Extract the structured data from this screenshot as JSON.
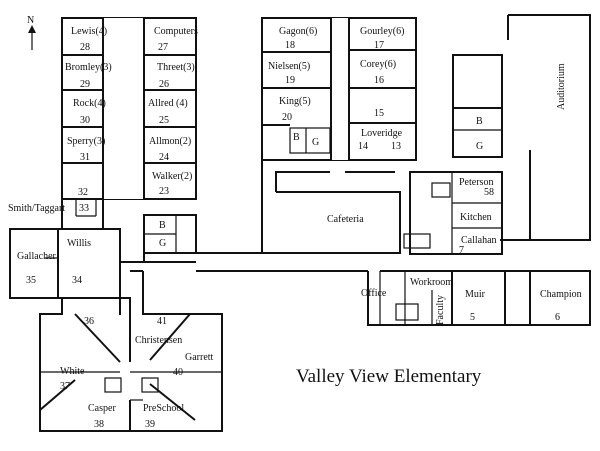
{
  "title": "Valley View Elementary",
  "compass": "N",
  "rooms": {
    "lewis": {
      "name": "Lewis(4)",
      "num": "28"
    },
    "computers": {
      "name": "Computers",
      "num": "27"
    },
    "bromley": {
      "name": "Bromley(3)",
      "num": "29"
    },
    "threet": {
      "name": "Threet(3)",
      "num": "26"
    },
    "rock": {
      "name": "Rock(4)",
      "num": "30"
    },
    "allred": {
      "name": "Allred (4)",
      "num": "25"
    },
    "sperry": {
      "name": "Sperry(3)",
      "num": "31"
    },
    "allmon": {
      "name": "Allmon(2)",
      "num": "24"
    },
    "walker": {
      "name": "Walker(2)",
      "num": "23"
    },
    "r32": {
      "num": "32"
    },
    "smith": {
      "name": "Smith/Taggart",
      "num": "33"
    },
    "willis": {
      "name": "Willis",
      "num": "34"
    },
    "gallacher": {
      "name": "Gallacher",
      "num": "35"
    },
    "r36": {
      "num": "36"
    },
    "white": {
      "name": "White",
      "num": "37"
    },
    "casper": {
      "name": "Casper",
      "num": "38"
    },
    "preschool": {
      "name": "PreSchool",
      "num": "39"
    },
    "garrett": {
      "name": "Garrett",
      "num": "40"
    },
    "christensen": {
      "name": "Christensen",
      "num": "41"
    },
    "gagon": {
      "name": "Gagon(6)",
      "num": "18"
    },
    "gourley": {
      "name": "Gourley(6)",
      "num": "17"
    },
    "nielsen": {
      "name": "Nielsen(5)",
      "num": "19"
    },
    "corey": {
      "name": "Corey(6)",
      "num": "16"
    },
    "king": {
      "name": "King(5)",
      "num": "20"
    },
    "r15": {
      "num": "15"
    },
    "loveridge": {
      "name": "Loveridge",
      "num_a": "14",
      "num_b": "13"
    },
    "auditorium": {
      "name": "Auditorium"
    },
    "cafeteria": {
      "name": "Cafeteria"
    },
    "peterson": {
      "name": "Peterson",
      "num": "58"
    },
    "kitchen": {
      "name": "Kitchen"
    },
    "callahan": {
      "name": "Callahan",
      "num": "7"
    },
    "office": {
      "name": "Office"
    },
    "workroom": {
      "name": "Workroom"
    },
    "faculty": {
      "name": "Faculty"
    },
    "muir": {
      "name": "Muir",
      "num": "5"
    },
    "champion": {
      "name": "Champion",
      "num": "6"
    }
  },
  "restrooms": {
    "boys": "B",
    "girls": "G"
  }
}
